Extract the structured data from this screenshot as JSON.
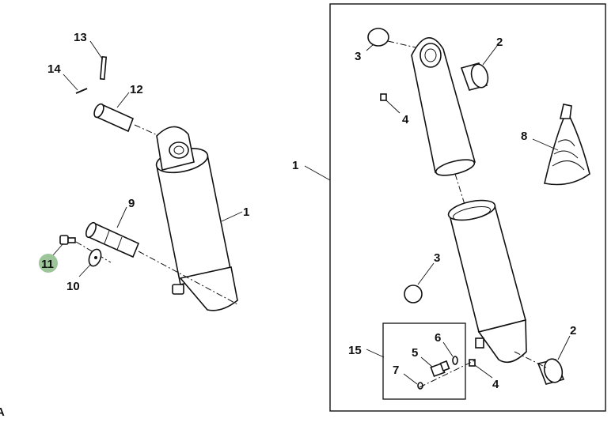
{
  "diagram": {
    "corner_mark": "A",
    "highlight_color": "#9dc59a",
    "assembly_callouts": {
      "c13": "13",
      "c14": "14",
      "c12": "12",
      "c9": "9",
      "c1": "1",
      "c11": "11",
      "c10": "10"
    },
    "kit_callout": "1",
    "kit_callouts": {
      "c3a": "3",
      "c2a": "2",
      "c4a": "4",
      "c8": "8",
      "c3b": "3",
      "c2b": "2",
      "c15": "15",
      "c6": "6",
      "c5": "5",
      "c7": "7",
      "c4b": "4"
    }
  }
}
